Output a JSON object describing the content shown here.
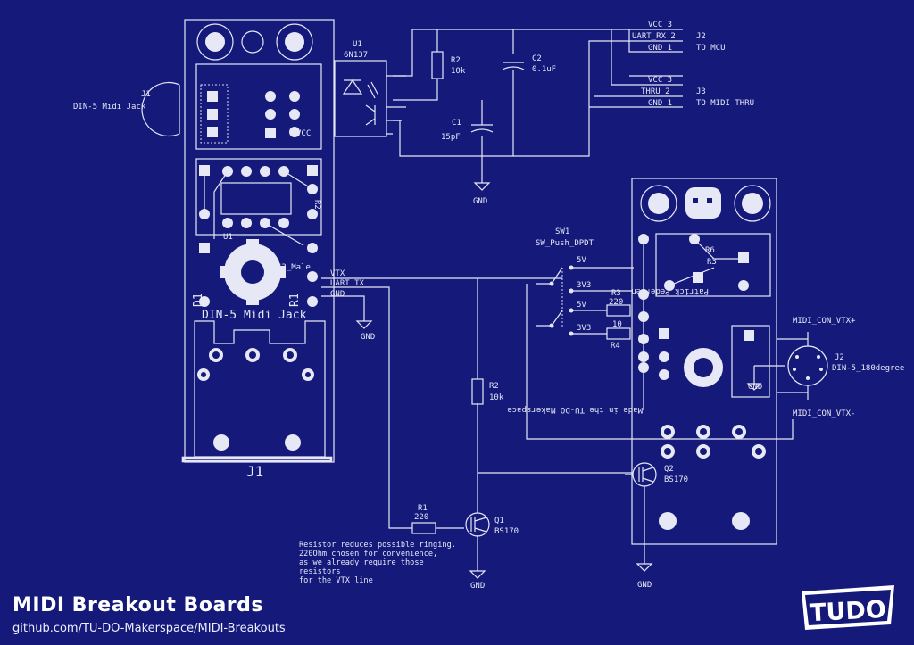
{
  "footer": {
    "title": "MIDI Breakout Boards",
    "link": "github.com/TU-DO-Makerspace/MIDI-Breakouts"
  },
  "logo": {
    "text": "TUDO"
  },
  "note": {
    "lines": [
      "Resistor reduces possible ringing.",
      "220Ohm chosen for convenience,",
      "as we already require those resistors",
      "for the VTX line"
    ]
  },
  "components": {
    "u1": {
      "ref": "U1",
      "value": "6N137"
    },
    "r2_top": {
      "ref": "R2",
      "value": "10k"
    },
    "c2": {
      "ref": "C2",
      "value": "0.1uF"
    },
    "c1": {
      "ref": "C1",
      "value": "15pF"
    },
    "j2_top": {
      "ref": "J2",
      "value": "TO MCU"
    },
    "j3": {
      "ref": "J3",
      "value": "TO MIDI THRU"
    },
    "j1_left": {
      "ref": "J1",
      "value": "DIN-5 Midi Jack"
    },
    "sw1": {
      "ref": "SW1",
      "value": "SW_Push_DPDT"
    },
    "r3": {
      "ref": "R3",
      "value": "220"
    },
    "r4": {
      "ref": "R4",
      "value": "10"
    },
    "r2_mid": {
      "ref": "R2",
      "value": "10k"
    },
    "r1": {
      "ref": "R1",
      "value": "220"
    },
    "q1": {
      "ref": "Q1",
      "value": "BS170"
    },
    "q2": {
      "ref": "Q2",
      "value": "BS170"
    },
    "j2_right": {
      "ref": "J2",
      "value": "DIN-5_180degree"
    }
  },
  "pins": {
    "j2_top": [
      "VCC 3",
      "UART_RX 2",
      "GND 1"
    ],
    "j3": [
      "VCC 3",
      "THRU 2",
      "GND 1"
    ],
    "sw1": [
      "5V",
      "3V3",
      "5V",
      "3V3"
    ]
  },
  "nets": {
    "gnd": "GND",
    "vtx": "VTX",
    "uart_tx": "UART_TX",
    "midi_con_vtx_plus": "MIDI_CON_VTX+",
    "midi_con_vtx_minus": "MIDI_CON_VTX-"
  },
  "pcb_left": {
    "silk_title": "DIN-5 Midi Jack",
    "board_label": "J1",
    "header_label": "J3_Male",
    "ref_d1": "D1",
    "ref_r1": "R1",
    "ref_r2": "R2",
    "ref_u1": "U1",
    "ref_vcc": "VCC"
  },
  "pcb_right": {
    "silk_line1": "Made in the TU-DO Makerspace",
    "silk_line2": "Patrick Pedersen",
    "ref_r6": "R6",
    "ref_r3": "R3"
  },
  "colors": {
    "background": "#15197a",
    "ink": "#e6e8f6"
  }
}
